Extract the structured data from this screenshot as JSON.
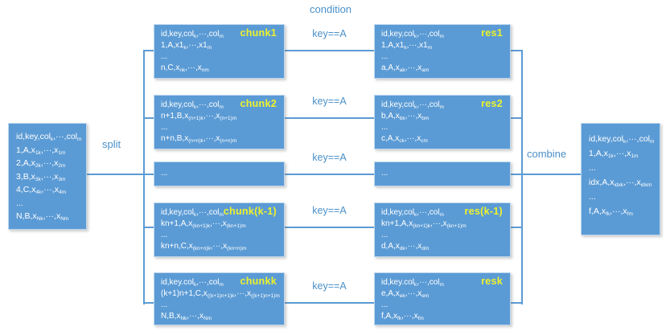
{
  "labels": {
    "split": "split",
    "condition": "condition",
    "combine": "combine",
    "edge_condition": "key==A"
  },
  "colors": {
    "box_fill": "#5b9bd5",
    "box_border": "#bdd7ee",
    "box_text": "#ffffff",
    "accent_label": "#edf22c",
    "connector": "#5b9bd5",
    "caption_text": "#4a90c9"
  },
  "source_box": {
    "lines": [
      "id,key,col~k~,···,col~m~",
      "1,A,x~1k~,···,x~1m~",
      "2,A,x~2k~,···,x~2m~",
      "3,B,x~3k~,···,x~3m~",
      "4,C,x~4k~,···,x~4m~",
      "...",
      "N,B,x~Nk~,···,x~Nm~"
    ]
  },
  "chunk_boxes": [
    {
      "label": "chunk1",
      "lines": [
        "id,key,col~k~,···,col~m~",
        "1,A,x1~k~,···,x1~m~",
        "...",
        "n,C,x~nk~,···,x~nm~"
      ]
    },
    {
      "label": "chunk2",
      "lines": [
        "id,key,col~k~,···,col~m~",
        "n+1,B,x~(n+1)k~,···,x~(n+1)m~",
        "...",
        "n+n,B,x~(n+n)k~,···,x~(n+n)m~"
      ]
    },
    {
      "label": "",
      "lines": [
        "..."
      ]
    },
    {
      "label": "chunk(k-1)",
      "lines": [
        "id,key,col~k~,···,col~m~",
        "kn+1,A,x~(kn+1)k~,···,x~(kn+1)m~",
        "...",
        "kn+n,C,x~(kn+n)k~,···,x~(kn+n)m~"
      ]
    },
    {
      "label": "chunkk",
      "lines": [
        "id,key.col~k~,···,col~m~",
        "(k+1)n+1,C,x~((k+1)n+1)k~,···,x~((k+1)n+1)m~",
        "...",
        "N,B,x~Nk~,···,x~Nm~"
      ]
    }
  ],
  "result_boxes": [
    {
      "label": "res1",
      "lines": [
        "id,key,col~k~,···,col~m~",
        "1,A,x1~k~,···,x1~m~",
        "...",
        "a,A,x~ak~,···,x~am~"
      ]
    },
    {
      "label": "res2",
      "lines": [
        "id,key,col~k~,···,col~m~",
        "b,A,x~bk~,···,x~bm~",
        "...",
        "c,A,x~ck~,···,x~cm~"
      ]
    },
    {
      "label": "",
      "lines": [
        "..."
      ]
    },
    {
      "label": "res(k-1)",
      "lines": [
        "id,key,col~k~,···,col~m~",
        "kn+1,A,x~(kn+1)k~,···,x~(kn+1)m~",
        "...",
        "d,A,x~dk~,···,x~dm~"
      ]
    },
    {
      "label": "resk",
      "lines": [
        "id,key.col~k~,···,col~m~",
        "e,A,x~ek~,···,x~em~",
        "...",
        "f,A,x~fk~,···,x~fm~"
      ]
    }
  ],
  "combined_box": {
    "lines": [
      "id,key,col~k~,···,col~m~",
      "1,A,x~1k~,···,x~1m~",
      "...",
      "idx,A,x~idxk~,···,x~idxm~",
      "...",
      "f,A,x~fk~,···,x~fm~"
    ]
  }
}
